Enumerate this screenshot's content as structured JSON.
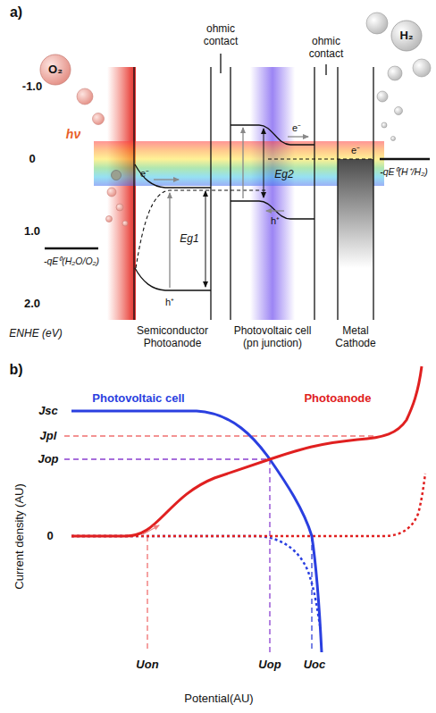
{
  "diagram": {
    "labels": [
      "a)",
      "ohmic contact",
      "H₂",
      "O₂",
      "ohmic contact",
      "-1.0",
      "hν",
      "0",
      "Eg2",
      "e⁻",
      "e⁻",
      "-qE⁰(H⁺/H₂)",
      "e⁻",
      "h⁺",
      "1.0",
      "-qE⁰(H₂O/O₂)",
      "Eg1",
      "2.0",
      "h⁺",
      "ENHE (eV)",
      "Semiconductor Photoanode",
      "Photovoltaic cell (pn junction)",
      "Metal Cathode",
      "b)",
      "Jsc",
      "Photovoltaic cell",
      "Photoanode",
      "Jpl",
      "Jop",
      "0",
      "Current density (AU)",
      "Uon",
      "Uop",
      "Uoc",
      "Potential(AU)"
    ]
  }
}
